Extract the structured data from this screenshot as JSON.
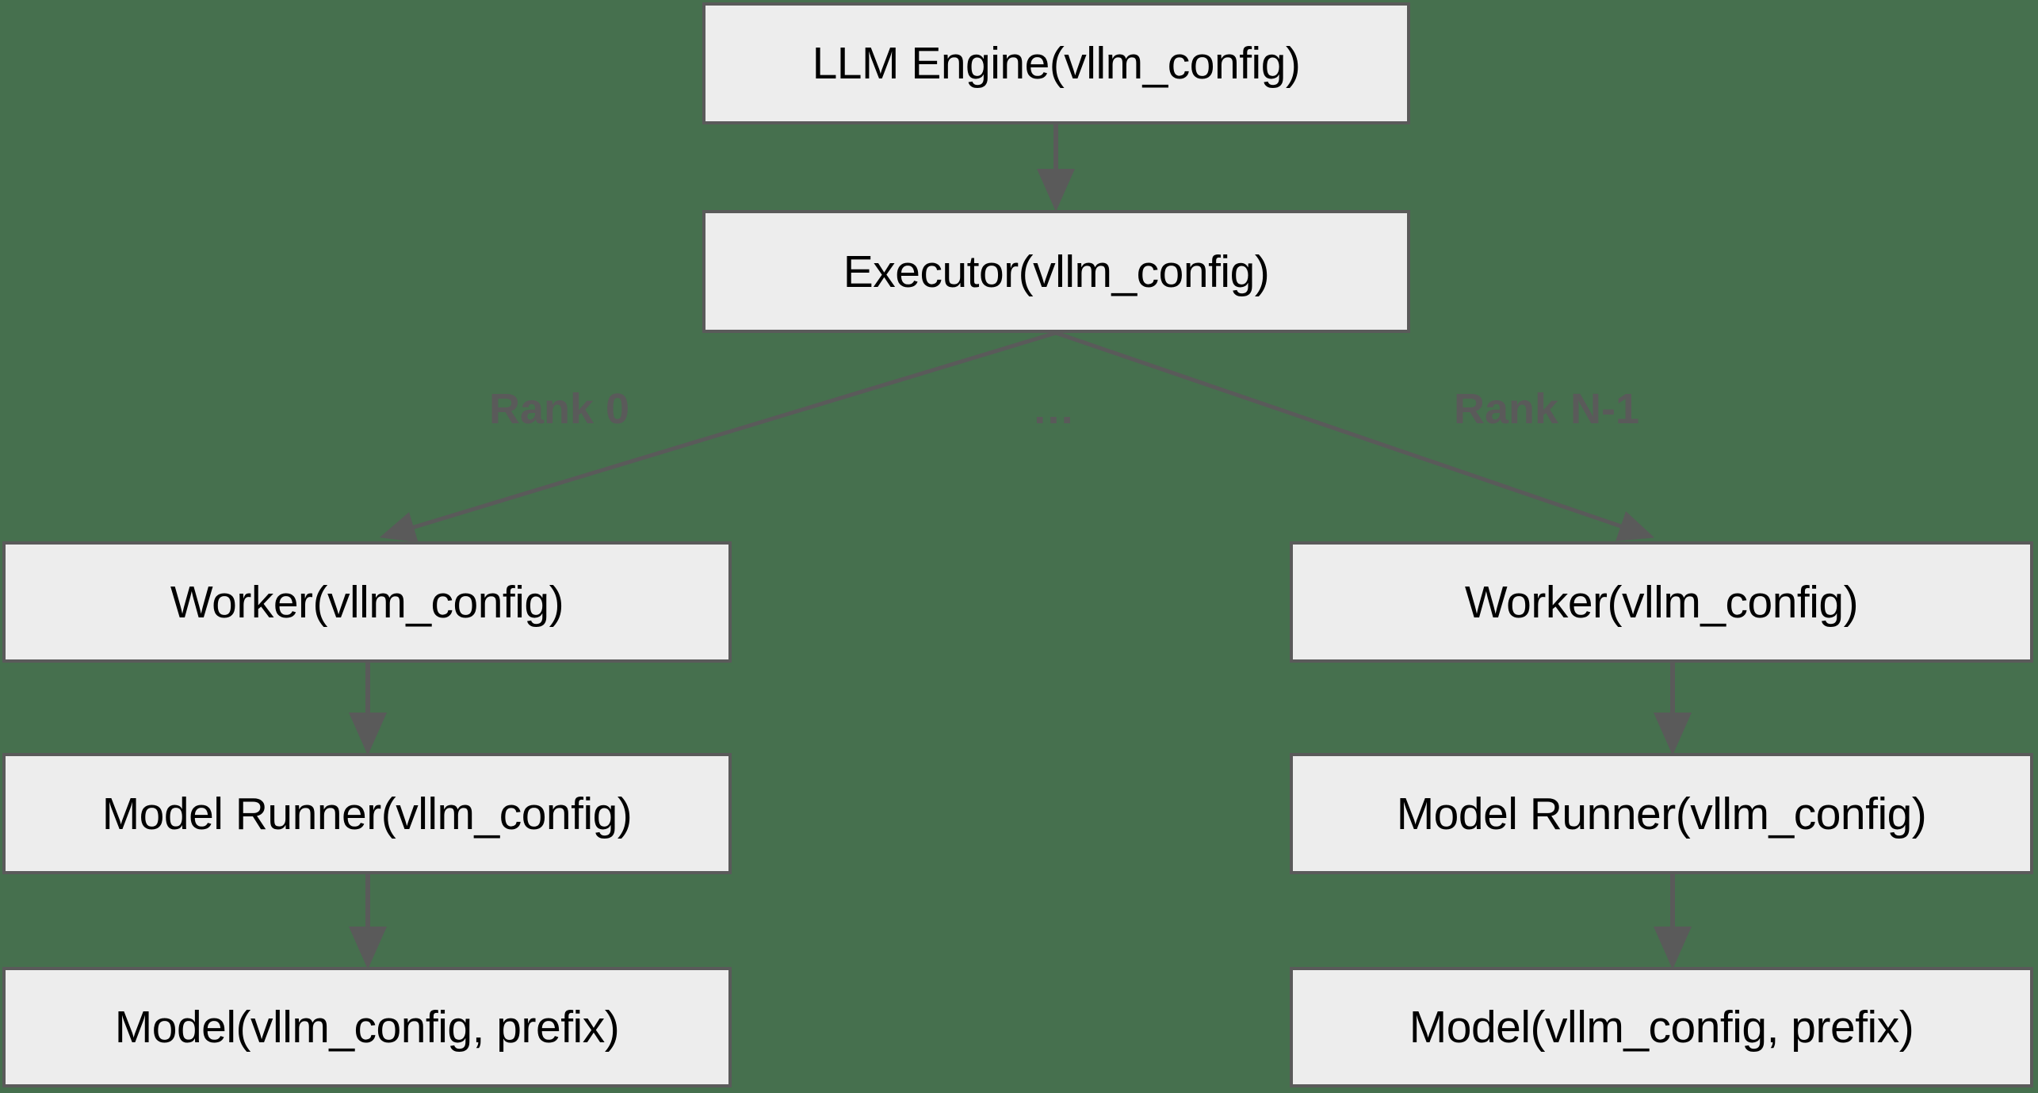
{
  "diagram": {
    "title": "vLLM engine hierarchy",
    "background_color": "#46704e",
    "node_fill_color": "#ededed",
    "node_border_color": "#5a5a5a",
    "node_text_color": "#000000",
    "edge_color": "#5a5a5a",
    "edge_label_color": "#5a5a5a",
    "nodes": {
      "llm_engine": "LLM Engine(vllm_config)",
      "executor": "Executor(vllm_config)",
      "worker_left": "Worker(vllm_config)",
      "model_runner_left": "Model Runner(vllm_config)",
      "model_left": "Model(vllm_config, prefix)",
      "worker_right": "Worker(vllm_config)",
      "model_runner_right": "Model Runner(vllm_config)",
      "model_right": "Model(vllm_config, prefix)"
    },
    "edge_labels": {
      "rank_first": "Rank 0",
      "rank_middle": "…",
      "rank_last": "Rank N-1"
    }
  }
}
